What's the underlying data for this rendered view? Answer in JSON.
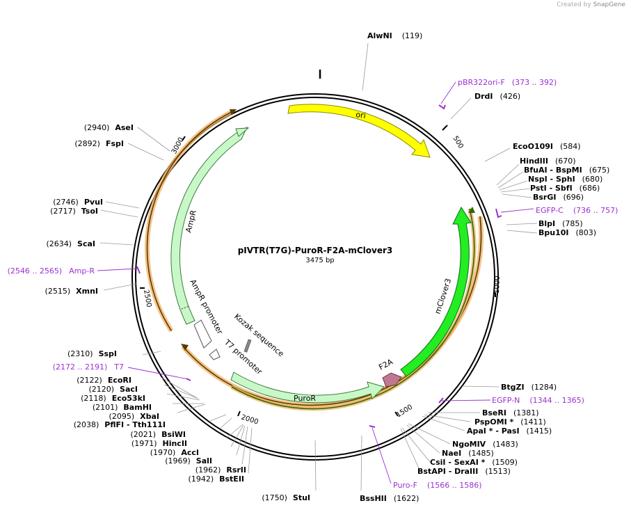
{
  "watermark": {
    "prefix": "Created by",
    "brand": "SnapGene"
  },
  "plasmid": {
    "name": "pIVTR(T7G)-PuroR-F2A-mClover3",
    "size_label": "3475 bp",
    "length": 3475
  },
  "colors": {
    "backbone": "#000000",
    "primer": "#9b30d0",
    "orf_outline": "#f0b060",
    "orf_line": "#5a3a00",
    "green_line": "#2a6a00",
    "ori": "#ffff00",
    "mclover": "#22ee22",
    "light_green": "#c8f8c8",
    "f2a": "#c07890"
  },
  "ticks": [
    "500",
    "1000",
    "1500",
    "2000",
    "2500",
    "3000"
  ],
  "sites": [
    {
      "name": "AlwNI",
      "pos": "(119)"
    },
    {
      "name": "DrdI",
      "pos": "(426)"
    },
    {
      "name": "EcoO109I",
      "pos": "(584)"
    },
    {
      "name": "HindIII",
      "pos": "(670)"
    },
    {
      "name": "BfuAI  - BspMI",
      "pos": "(675)"
    },
    {
      "name": "NspI  - SphI",
      "pos": "(680)"
    },
    {
      "name": "PstI  - SbfI",
      "pos": "(686)"
    },
    {
      "name": "BsrGI",
      "pos": "(696)"
    },
    {
      "name": "BlpI",
      "pos": "(785)"
    },
    {
      "name": "Bpu10I",
      "pos": "(803)"
    },
    {
      "name": "BtgZI",
      "pos": "(1284)"
    },
    {
      "name": "BseRI",
      "pos": "(1381)"
    },
    {
      "name": "PspOMI *",
      "pos": "(1411)"
    },
    {
      "name": "ApaI *  - PasI",
      "pos": "(1415)"
    },
    {
      "name": "NgoMIV",
      "pos": "(1483)"
    },
    {
      "name": "NaeI",
      "pos": "(1485)"
    },
    {
      "name": "CsiI  - SexAI *",
      "pos": "(1509)"
    },
    {
      "name": "BstAPI  - DraIII",
      "pos": "(1513)"
    },
    {
      "name": "BssHII",
      "pos": "(1622)"
    },
    {
      "name": "StuI",
      "pos": "(1750)"
    },
    {
      "name": "BstEII",
      "pos": "(1942)"
    },
    {
      "name": "RsrII",
      "pos": "(1962)"
    },
    {
      "name": "SalI",
      "pos": "(1969)"
    },
    {
      "name": "AccI",
      "pos": "(1970)"
    },
    {
      "name": "HincII",
      "pos": "(1971)"
    },
    {
      "name": "BsiWI",
      "pos": "(2021)"
    },
    {
      "name": "PflFI  - Tth111I",
      "pos": "(2038)"
    },
    {
      "name": "XbaI",
      "pos": "(2095)"
    },
    {
      "name": "BamHI",
      "pos": "(2101)"
    },
    {
      "name": "Eco53kI",
      "pos": "(2118)"
    },
    {
      "name": "SacI",
      "pos": "(2120)"
    },
    {
      "name": "EcoRI",
      "pos": "(2122)"
    },
    {
      "name": "SspI",
      "pos": "(2310)"
    },
    {
      "name": "XmnI",
      "pos": "(2515)"
    },
    {
      "name": "ScaI",
      "pos": "(2634)"
    },
    {
      "name": "TsoI",
      "pos": "(2717)"
    },
    {
      "name": "PvuI",
      "pos": "(2746)"
    },
    {
      "name": "FspI",
      "pos": "(2892)"
    },
    {
      "name": "AseI",
      "pos": "(2940)"
    }
  ],
  "primers": [
    {
      "name": "pBR322ori-F",
      "range": "(373 .. 392)"
    },
    {
      "name": "EGFP-C",
      "range": "(736 .. 757)"
    },
    {
      "name": "EGFP-N",
      "range": "(1344 .. 1365)"
    },
    {
      "name": "Puro-F",
      "range": "(1566 .. 1586)"
    },
    {
      "name": "T7",
      "range": "(2172 .. 2191)"
    },
    {
      "name": "Amp-R",
      "range": "(2546 .. 2565)"
    }
  ],
  "features": {
    "ori": "ori",
    "mclover": "mClover3",
    "f2a": "F2A",
    "puror": "PuroR",
    "ampr": "AmpR",
    "ampr_promoter": "AmpR promoter",
    "t7_promoter": "T7 promoter",
    "kozak": "Kozak sequence"
  }
}
